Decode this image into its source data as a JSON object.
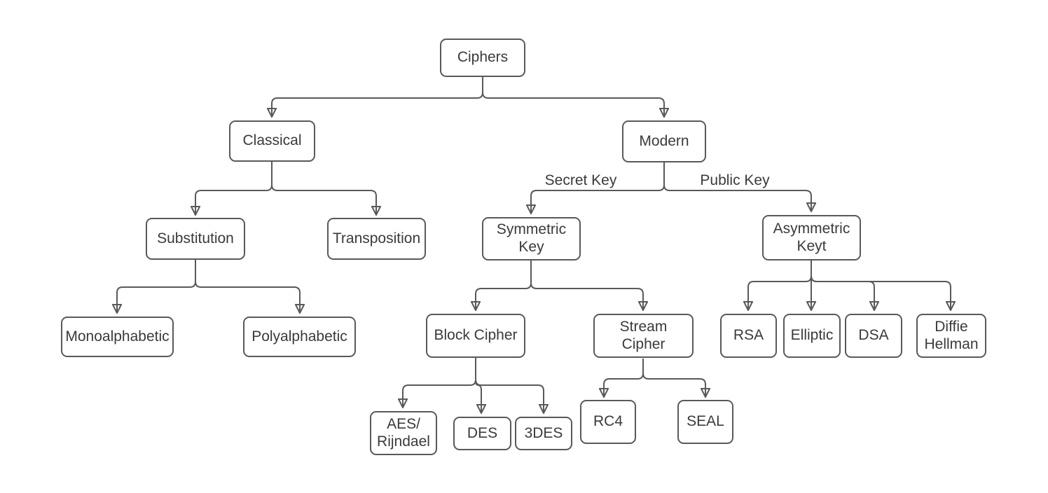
{
  "diagram": {
    "type": "tree-flowchart",
    "topic": "Ciphers classification",
    "colors": {
      "background": "#ffffff",
      "stroke": "#595959",
      "text": "#3a3a3a",
      "node_fill": "#ffffff"
    },
    "nodes": {
      "ciphers": {
        "label": "Ciphers"
      },
      "classical": {
        "label": "Classical"
      },
      "modern": {
        "label": "Modern"
      },
      "substitution": {
        "label": "Substitution"
      },
      "transposition": {
        "label": "Transposition"
      },
      "symmetric_key": {
        "label": "Symmetric\nKey"
      },
      "asymmetric_keyt": {
        "label": "Asymmetric\nKeyt"
      },
      "monoalphabetic": {
        "label": "Monoalphabetic"
      },
      "polyalphabetic": {
        "label": "Polyalphabetic"
      },
      "block_cipher": {
        "label": "Block Cipher"
      },
      "stream_cipher": {
        "label": "Stream\nCipher"
      },
      "rsa": {
        "label": "RSA"
      },
      "elliptic": {
        "label": "Elliptic"
      },
      "dsa": {
        "label": "DSA"
      },
      "diffie_hellman": {
        "label": "Diffie\nHellman"
      },
      "aes_rijndael": {
        "label": "AES/\nRijndael"
      },
      "des": {
        "label": "DES"
      },
      "triple_des": {
        "label": "3DES"
      },
      "rc4": {
        "label": "RC4"
      },
      "seal": {
        "label": "SEAL"
      }
    },
    "edge_labels": {
      "secret_key": "Secret Key",
      "public_key": "Public Key"
    },
    "edges": [
      "Ciphers -> Classical",
      "Ciphers -> Modern",
      "Classical -> Substitution",
      "Classical -> Transposition",
      "Modern -> Symmetric Key (Secret Key)",
      "Modern -> Asymmetric Keyt (Public Key)",
      "Substitution -> Monoalphabetic",
      "Substitution -> Polyalphabetic",
      "Symmetric Key -> Block Cipher",
      "Symmetric Key -> Stream Cipher",
      "Asymmetric Keyt -> RSA",
      "Asymmetric Keyt -> Elliptic",
      "Asymmetric Keyt -> DSA",
      "Asymmetric Keyt -> Diffie Hellman",
      "Block Cipher -> AES/Rijndael",
      "Block Cipher -> DES",
      "Block Cipher -> 3DES",
      "Stream Cipher -> RC4",
      "Stream Cipher -> SEAL"
    ]
  }
}
